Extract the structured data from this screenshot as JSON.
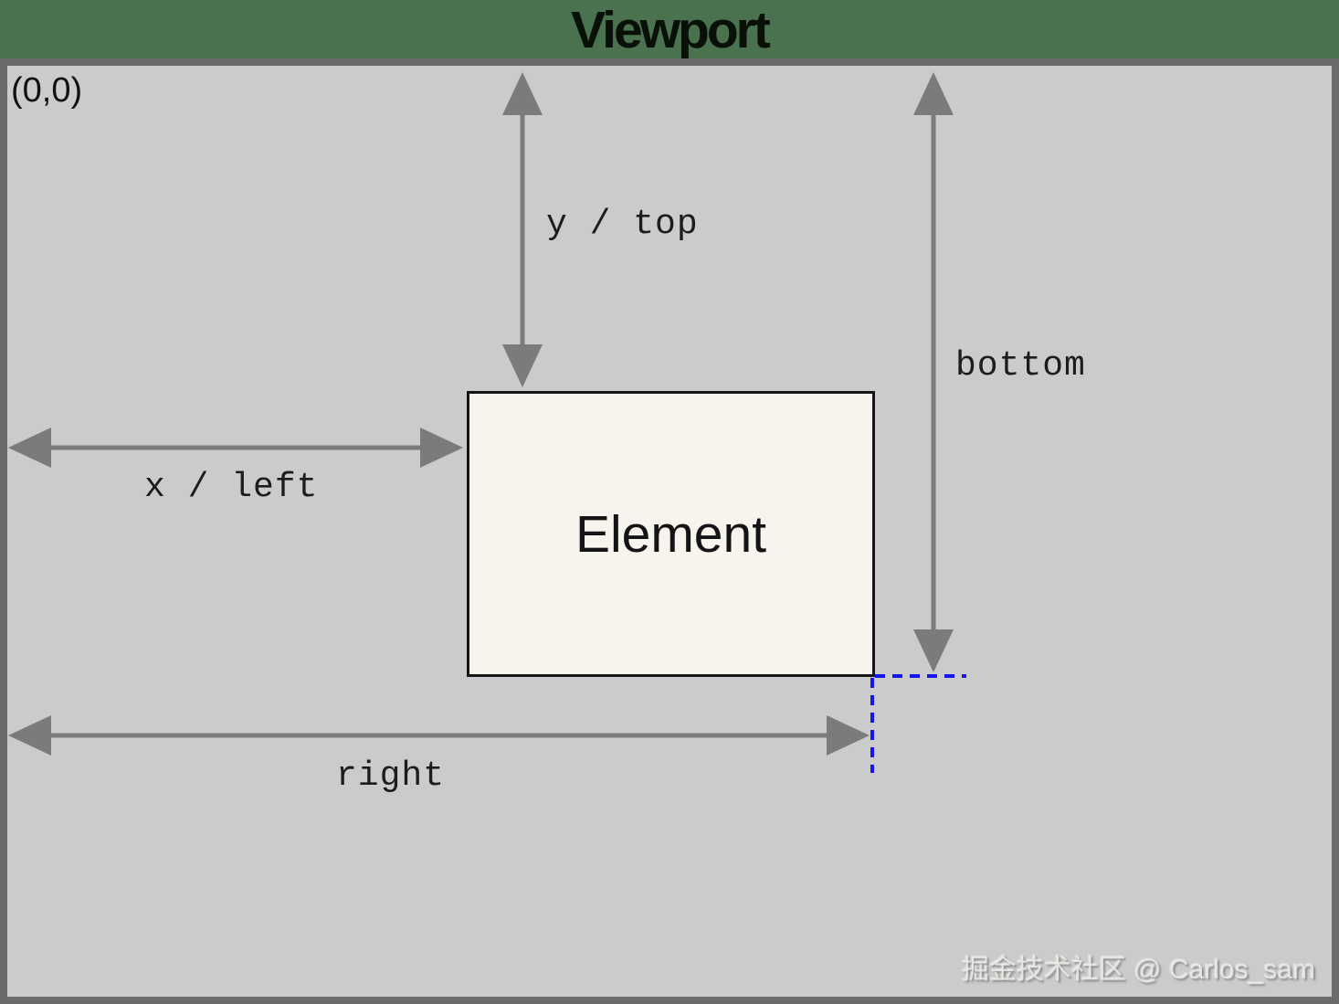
{
  "header": {
    "title": "Viewport"
  },
  "viewport": {
    "origin_label": "(0,0)"
  },
  "element_box": {
    "label": "Element"
  },
  "dimension_labels": {
    "y_top": "y / top",
    "x_left": "x / left",
    "bottom": "bottom",
    "right": "right"
  },
  "watermark": {
    "text": "掘金技术社区 @ Carlos_sam"
  },
  "icons": {
    "arrows": [
      "double-headed-arrow-vertical",
      "double-headed-arrow-horizontal"
    ],
    "guides": [
      "dotted-guide-line-horizontal",
      "dotted-guide-line-vertical"
    ]
  },
  "colors": {
    "page_green": "#4a724e",
    "viewport_border": "#6b6b6b",
    "viewport_bg": "#cbcbcb",
    "arrow_gray": "#7b7b7b",
    "guide_blue": "#1515ef",
    "element_bg": "#f7f4ed",
    "element_border": "#151515",
    "title_color": "#081008",
    "label_color": "#1c1c1c"
  }
}
